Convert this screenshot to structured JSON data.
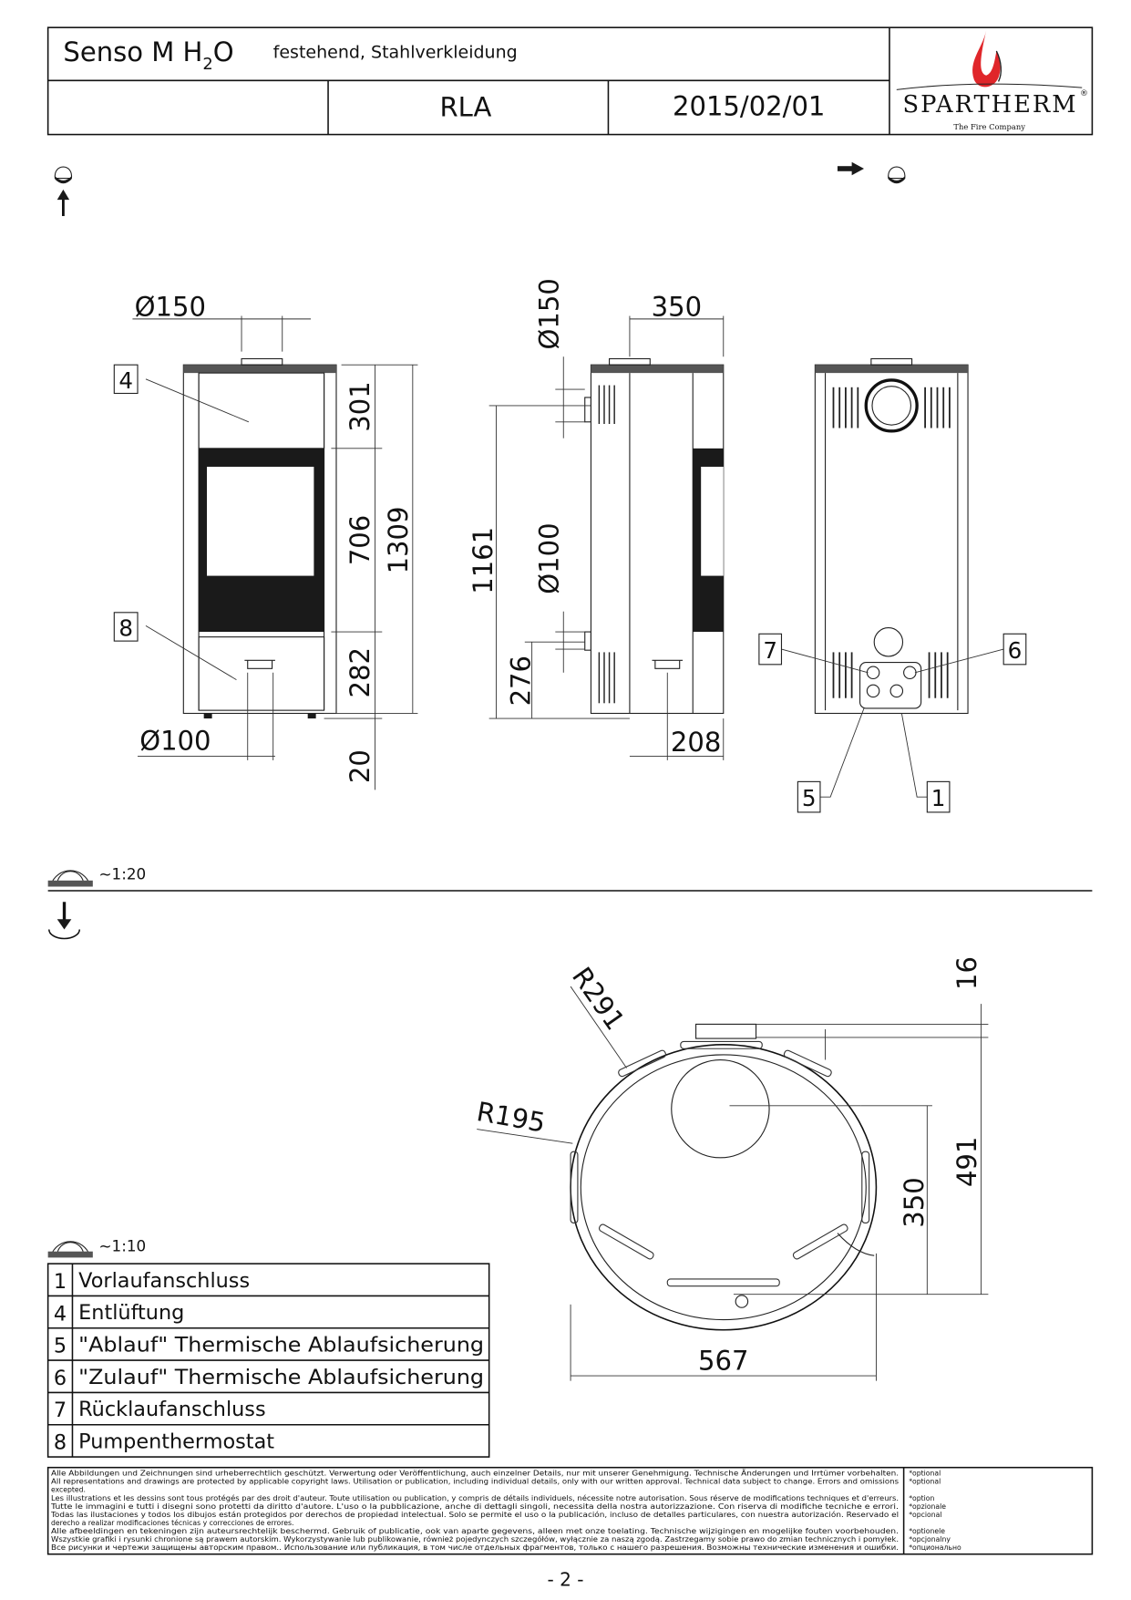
{
  "header": {
    "title_main": "Senso M H",
    "title_sub": "2",
    "title_end": "O",
    "title_desc": "festehend, Stahlverkleidung",
    "code": "RLA",
    "date": "2015/02/01",
    "logo": {
      "brand": "SPARTHERM",
      "tagline": "The Fire Company",
      "registered": "®",
      "flame_color": "#e0262a"
    }
  },
  "views": {
    "front": {
      "dims": [
        "Ø150",
        "301",
        "706",
        "1309",
        "282",
        "20",
        "Ø100"
      ],
      "labels": [
        "4",
        "8"
      ]
    },
    "side": {
      "dims": [
        "Ø150",
        "350",
        "1161",
        "Ø100",
        "276",
        "208"
      ]
    },
    "back": {
      "labels": [
        "7",
        "6",
        "5",
        "1"
      ]
    },
    "scale_top": "~1:20",
    "top": {
      "dims": [
        "R291",
        "R195",
        "16",
        "491",
        "350",
        "567"
      ]
    },
    "scale_bottom": "~1:10"
  },
  "legend": [
    {
      "num": "1",
      "label": "Vorlaufanschluss"
    },
    {
      "num": "4",
      "label": "Entlüftung"
    },
    {
      "num": "5",
      "label": "\"Ablauf\" Thermische Ablaufsicherung"
    },
    {
      "num": "6",
      "label": "\"Zulauf\" Thermische Ablaufsicherung"
    },
    {
      "num": "7",
      "label": "Rücklaufanschluss"
    },
    {
      "num": "8",
      "label": "Pumpenthermostat"
    }
  ],
  "footer": {
    "lines": [
      "Alle Abbildungen und Zeichnungen sind urheberrechtlich geschützt. Verwertung oder Veröffentlichung, auch einzelner Details, nur mit unserer Genehmigung. Technische Änderungen und Irrtümer vorbehalten.",
      "All representations and drawings are protected by applicable copyright laws. Utilisation or publication, including individual details, only with our written approval. Technical data subject to change. Errors and omissions",
      "excepted.",
      "Les illustrations et les dessins sont tous protégés par des droit d'auteur. Toute utilisation ou publication, y compris de détails individuels, nécessite notre autorisation. Sous réserve de modifications techniques et d'erreurs.",
      "Tutte le immagini e tutti i disegni sono protetti da diritto d'autore. L'uso o la pubblicazione, anche di dettagli singoli, necessita della nostra autorizzazione. Con riserva di modifiche tecniche e errori.",
      "Todas las ilustaciones y todos los dibujos están protegidos por derechos de propiedad intelectual. Solo se permite el uso o la publicación, incluso de detalles particulares, con nuestra autorización. Reservado el",
      "derecho a realizar modificaciones técnicas y correcciones de errores.",
      "Alle afbeeldingen en tekeningen zijn auteursrechtelijk beschermd. Gebruik of publicatie, ook van aparte gegevens, alleen met onze toelating. Technische wijzigingen en mogelijke fouten voorbehouden.",
      "Wszystkie grafiki i rysunki chronione są prawem autorskim. Wykorzystywanie lub publikowanie, również pojedynczych szczegółów, wyłącznie za naszą zgodą. Zastrzegamy sobie prawo do zmian technicznych i pomyłek.",
      "Все рисунки и чертежи защищены авторским правом.. Использование или публикация, в том числе отдельных фрагментов, только с нашего разрешения. Возможны технические изменения и ошибки."
    ],
    "optional": [
      "*optional",
      "*optional",
      "*option",
      "*opzionale",
      "*opcional",
      "*optionele",
      "*opcjonalny",
      "*опционально"
    ]
  },
  "page_number": "- 2 -"
}
